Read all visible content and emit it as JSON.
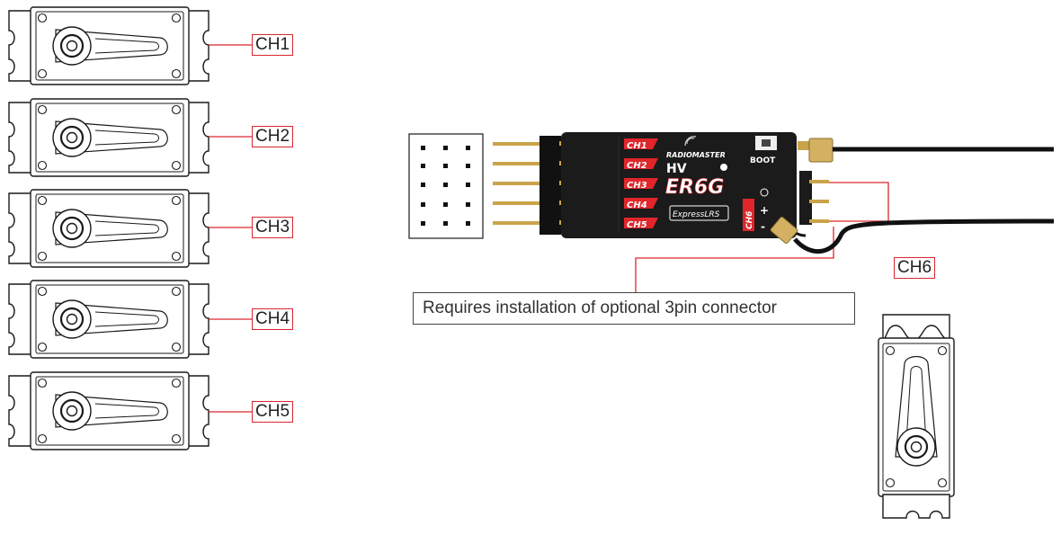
{
  "channels": [
    {
      "label": "CH1"
    },
    {
      "label": "CH2"
    },
    {
      "label": "CH3"
    },
    {
      "label": "CH4"
    },
    {
      "label": "CH5"
    },
    {
      "label": "CH6"
    }
  ],
  "receiver": {
    "brand": "RADIOMASTER",
    "variant": "HV",
    "model": "ER6G",
    "protocol": "ExpressLRS",
    "boot_label": "BOOT",
    "pin_labels": [
      "CH1",
      "CH2",
      "CH3",
      "CH4",
      "CH5"
    ],
    "ch6_label": "CH6",
    "polarity": [
      "+",
      "-"
    ]
  },
  "note": "Requires installation of optional 3pin connector",
  "colors": {
    "wire": "#d9272e",
    "outline": "#1a1a1a",
    "receiver_body": "#1b1b1b",
    "accent": "#e0262b",
    "pin": "#c9a44a"
  }
}
